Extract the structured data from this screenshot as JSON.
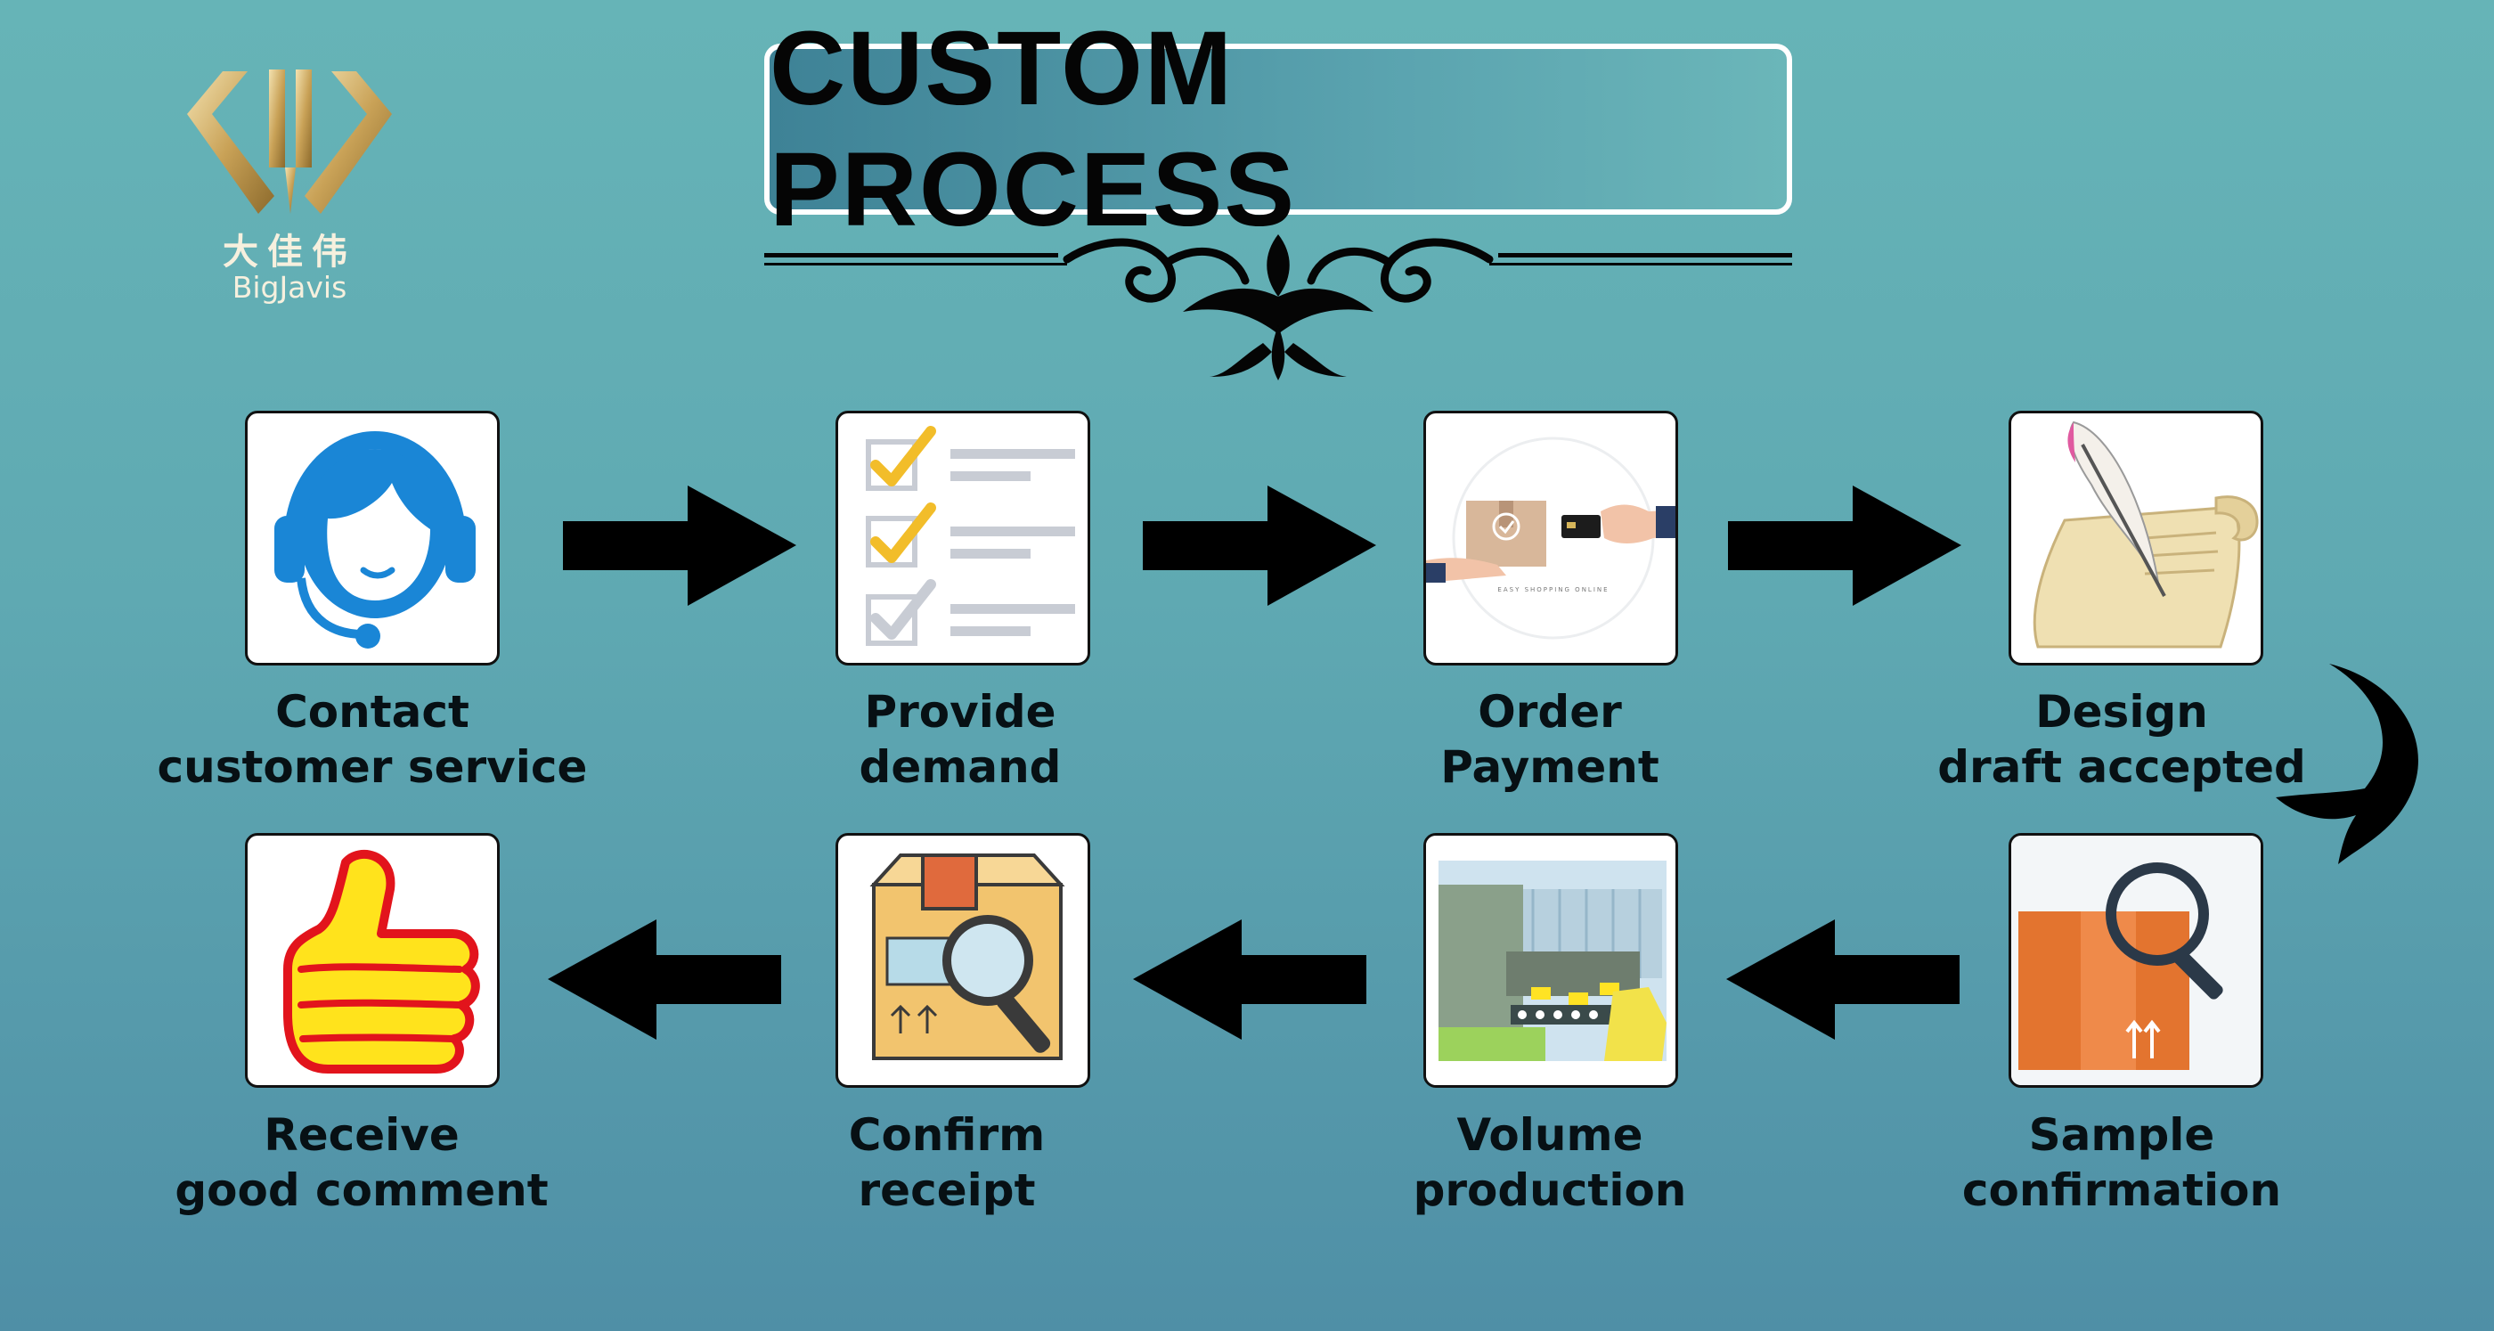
{
  "brand": {
    "chinese_name": "大佳伟",
    "english_name": "BigJavis"
  },
  "title": "CUSTOM PROCESS",
  "steps": [
    {
      "line1": "Contact",
      "line2": "customer service",
      "icon": "headset-agent-icon"
    },
    {
      "line1": "Provide",
      "line2": "demand",
      "icon": "checklist-icon"
    },
    {
      "line1": "Order",
      "line2": "Payment",
      "icon": "card-payment-icon"
    },
    {
      "line1": "Design",
      "line2": "draft accepted",
      "icon": "quill-contract-icon"
    },
    {
      "line1": "Sample",
      "line2": "confirmation",
      "icon": "box-magnifier-icon"
    },
    {
      "line1": "Volume",
      "line2": "production",
      "icon": "factory-line-icon"
    },
    {
      "line1": "Confirm",
      "line2": "receipt",
      "icon": "package-inspect-icon"
    },
    {
      "line1": "Receive",
      "line2": "good comment",
      "icon": "thumbs-up-icon"
    }
  ],
  "payment_icon_caption": "EASY SHOPPING ONLINE"
}
